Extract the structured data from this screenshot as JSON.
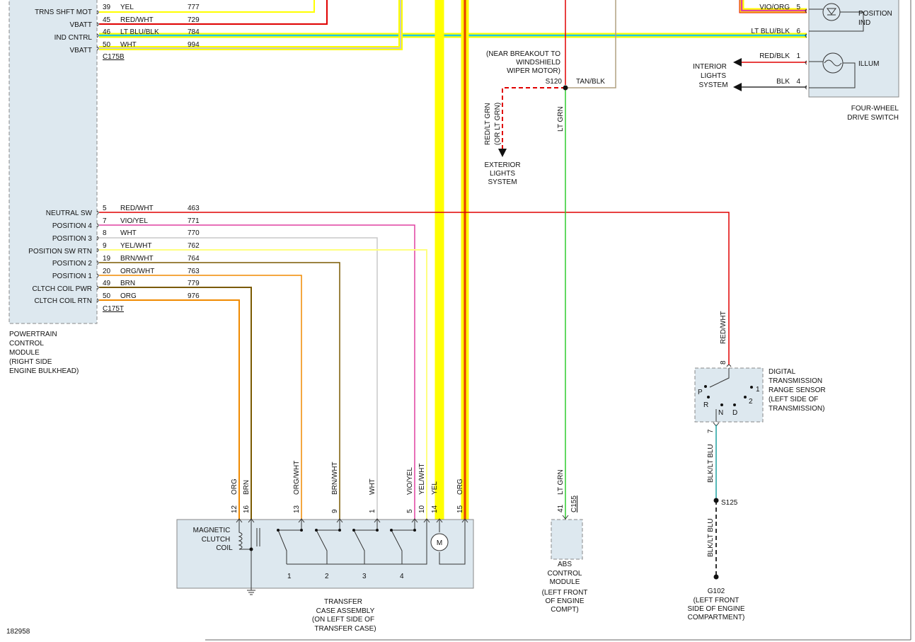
{
  "figure_id": "182958",
  "colors": {
    "yel": "#ffff00",
    "red": "#e00000",
    "ltblu": "#1ec8e8",
    "vio": "#e040a0",
    "org": "#f08a00",
    "brn": "#7a5a00",
    "wht": "#c8c8c8",
    "ltgrn": "#2ecc2e",
    "blk": "#333333",
    "tan": "#b0a080",
    "module_fill": "#dde8ef"
  },
  "pcm": {
    "label_lines": [
      "POWERTRAIN",
      "CONTROL",
      "MODULE",
      "(RIGHT SIDE",
      "ENGINE BULKHEAD)"
    ],
    "connector_top": "C175B",
    "connector_bottom": "C175T",
    "top_pins": [
      {
        "name": "TRNS SHFT MOT",
        "pin": "39",
        "color": "YEL",
        "circuit": "777"
      },
      {
        "name": "VBATT",
        "pin": "45",
        "color": "RED/WHT",
        "circuit": "729"
      },
      {
        "name": "IND CNTRL",
        "pin": "46",
        "color": "LT BLU/BLK",
        "circuit": "784"
      },
      {
        "name": "VBATT",
        "pin": "50",
        "color": "WHT",
        "circuit": "994"
      }
    ],
    "bottom_pins": [
      {
        "name": "NEUTRAL SW",
        "pin": "5",
        "color": "RED/WHT",
        "circuit": "463"
      },
      {
        "name": "POSITION 4",
        "pin": "7",
        "color": "VIO/YEL",
        "circuit": "771"
      },
      {
        "name": "POSITION 3",
        "pin": "8",
        "color": "WHT",
        "circuit": "770"
      },
      {
        "name": "POSITION SW RTN",
        "pin": "9",
        "color": "YEL/WHT",
        "circuit": "762"
      },
      {
        "name": "POSITION 2",
        "pin": "19",
        "color": "BRN/WHT",
        "circuit": "764"
      },
      {
        "name": "POSITION 1",
        "pin": "20",
        "color": "ORG/WHT",
        "circuit": "763"
      },
      {
        "name": "CLTCH COIL PWR",
        "pin": "49",
        "color": "BRN",
        "circuit": "779"
      },
      {
        "name": "CLTCH COIL RTN",
        "pin": "50",
        "color": "ORG",
        "circuit": "976"
      }
    ]
  },
  "splice_s120": {
    "label": "S120",
    "note_lines": [
      "(NEAR BREAKOUT TO",
      "WINDSHIELD",
      "WIPER MOTOR)"
    ],
    "tan_wire": "TAN/BLK",
    "branch_color_lines": [
      "RED/LT GRN",
      "(OR LT GRN)"
    ],
    "trunk_color": "LT GRN"
  },
  "exterior_lights": {
    "label_lines": [
      "EXTERIOR",
      "LIGHTS",
      "SYSTEM"
    ]
  },
  "four_wheel_switch": {
    "label_lines": [
      "FOUR-WHEEL",
      "DRIVE SWITCH"
    ],
    "pins": [
      {
        "pin": "5",
        "color": "VIO/ORG"
      },
      {
        "pin": "6",
        "color": "LT BLU/BLK"
      },
      {
        "pin": "1",
        "color": "RED/BLK"
      },
      {
        "pin": "4",
        "color": "BLK"
      }
    ],
    "position_ind_lines": [
      "POSITION",
      "IND"
    ],
    "illum_label": "ILLUM"
  },
  "interior_lights": {
    "label_lines": [
      "INTERIOR",
      "LIGHTS",
      "SYSTEM"
    ]
  },
  "dtrs": {
    "label_lines": [
      "DIGITAL",
      "TRANSMISSION",
      "RANGE SENSOR",
      "(LEFT SIDE OF",
      "TRANSMISSION)"
    ],
    "pin_top": "8",
    "pin_bottom": "7",
    "top_wire": "RED/WHT",
    "bottom_wire": "BLK/LT BLU",
    "positions": [
      "P",
      "R",
      "N",
      "D",
      "2",
      "1"
    ]
  },
  "splice_s125": {
    "label": "S125",
    "wire": "BLK/LT BLU"
  },
  "ground_g102": {
    "label_lines": [
      "G102",
      "(LEFT FRONT",
      "SIDE OF ENGINE",
      "COMPARTMENT)"
    ]
  },
  "abs": {
    "label_lines": [
      "ABS",
      "CONTROL",
      "MODULE",
      "(LEFT FRONT",
      "OF ENGINE",
      "COMPT)"
    ],
    "pin": "41",
    "connector": "C155",
    "wire": "LT GRN"
  },
  "transfer_case": {
    "label_lines": [
      "TRANSFER",
      "CASE ASSEMBLY",
      "(ON LEFT SIDE OF",
      "TRANSFER CASE)"
    ],
    "clutch_label_lines": [
      "MAGNETIC",
      "CLUTCH",
      "COIL"
    ],
    "switch_numbers": [
      "1",
      "2",
      "3",
      "4"
    ],
    "motor_label": "M",
    "pins": [
      {
        "pin": "12",
        "color": "ORG"
      },
      {
        "pin": "16",
        "color": "BRN"
      },
      {
        "pin": "13",
        "color": "ORG/WHT"
      },
      {
        "pin": "9",
        "color": "BRN/WHT"
      },
      {
        "pin": "1",
        "color": "WHT"
      },
      {
        "pin": "5",
        "color": "VIO/YEL"
      },
      {
        "pin": "10",
        "color": "YEL/WHT"
      },
      {
        "pin": "14",
        "color": "YEL"
      },
      {
        "pin": "15",
        "color": "ORG"
      }
    ]
  }
}
